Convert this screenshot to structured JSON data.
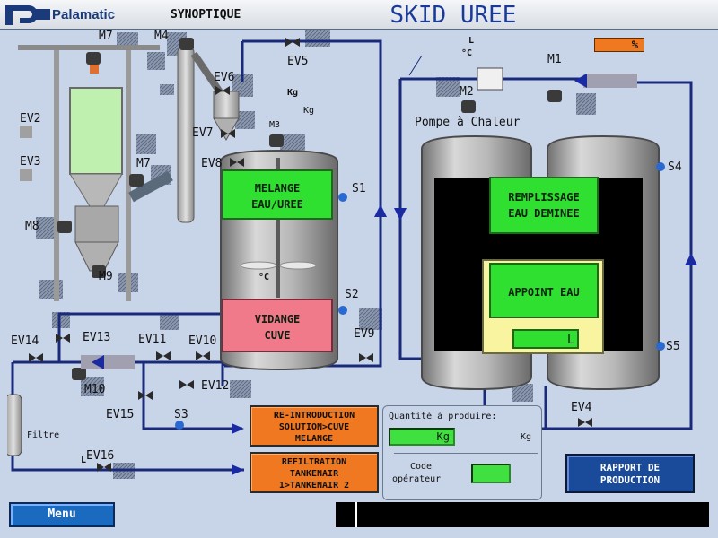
{
  "header": {
    "brand": "Palamatic",
    "screen_name": "SYNOPTIQUE",
    "title": "SKID UREE"
  },
  "valves": [
    "EV5",
    "EV6",
    "EV7",
    "EV8",
    "EV2",
    "EV3",
    "EV14",
    "EV13",
    "EV11",
    "EV10",
    "EV12",
    "EV15",
    "EV16",
    "EV9",
    "EV4"
  ],
  "motors": [
    "M7",
    "M4",
    "M7",
    "M8",
    "M9",
    "M3",
    "M10",
    "M1",
    "M2"
  ],
  "sensors": [
    "S1",
    "S2",
    "S3",
    "S4",
    "S5"
  ],
  "units": {
    "kg": "Kg",
    "kg2": "Kg",
    "l": "L",
    "celsius": "°C",
    "celsius2": "°C",
    "l2": "L",
    "percent": "%"
  },
  "labels": {
    "pompe_chaleur": "Pompe à Chaleur",
    "filtre": "Filtre"
  },
  "panels": {
    "melange_line1": "MELANGE",
    "melange_line2": "EAU/UREE",
    "vidange_line1": "VIDANGE",
    "vidange_line2": "CUVE",
    "remplissage_line1": "REMPLISSAGE",
    "remplissage_line2": "EAU DEMINEE",
    "appoint": "APPOINT EAU",
    "appoint_unit": "L"
  },
  "buttons": {
    "reintro_line1": "RE-INTRODUCTION",
    "reintro_line2": "SOLUTION>CUVE",
    "reintro_line3": "MELANGE",
    "refil_line1": "REFILTRATION",
    "refil_line2": "TANKENAIR",
    "refil_line3": "1>TANKENAIR 2",
    "rapport_line1": "RAPPORT DE",
    "rapport_line2": "PRODUCTION",
    "menu": "Menu"
  },
  "production": {
    "quantite_label": "Quantité à produire:",
    "quantite_unit": "Kg",
    "quantite_unit_outside": "Kg",
    "code_line1": "Code",
    "code_line2": "opérateur"
  },
  "colors": {
    "pipe": "#1a2a7a",
    "panel_green": "#30e030",
    "panel_red": "#f07a8a",
    "orange": "#f07820",
    "tank": "#a0a0a0"
  }
}
